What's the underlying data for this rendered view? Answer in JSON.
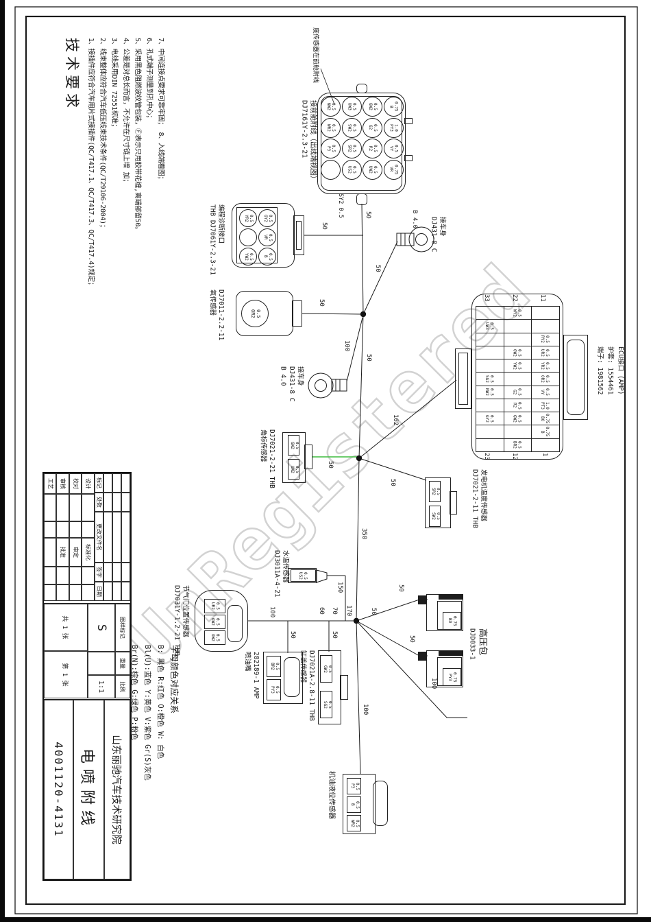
{
  "watermark": "UnRegistered",
  "tech": {
    "title": "技术要求",
    "items": [
      "1、接插件应符合汽车用片式接插件(QC/T417.1、QC/T417.3、QC/T417.4)规定；",
      "2、线束整体应符合汽车低压线束技术条件(QC/T29106-2004)；",
      "3、电线采用DIN 72551标准；",
      "4、公差是对总长而言，不允许在尺寸链上增 加；",
      "5、采用黑色阻燃波纹管包装，Ⓕ表示只用胶带花缠,离端部留50。",
      "6、孔式端子测量到孔中心；",
      "7、中间连接点要求可靠牢固；  8、入线端看图；"
    ]
  },
  "legend": {
    "columns": [
      "Br(N):棕色 G:绿色 P:粉色",
      "Bl(U):蓝色 Y:黄色 V:紫色 Gr(S)灰色",
      "B: 黑色 R:红色 O:橙色 W: 白色",
      "字母颜色对应关系"
    ]
  },
  "main_connector": {
    "labels": [
      "DJ7161Y-2.3-21",
      "接前舱附线（出线端视图）"
    ],
    "leader_note": "度传感器在前舱附线",
    "pins": [
      [
        "NW2",
        "0.5"
      ],
      [
        "UW3",
        "0.5"
      ],
      [
        "GW2",
        "0.5"
      ],
      [
        "B",
        "0.75"
      ],
      [
        "WR2",
        "0.5"
      ],
      [
        "SW2",
        "0.5"
      ],
      [
        "G2",
        "0.5"
      ],
      [
        "PY3",
        "1.0"
      ],
      [
        "P3",
        "0.5"
      ],
      [
        "SR2",
        "0.5"
      ],
      [
        "R2",
        "0.5"
      ],
      [
        "VY",
        "0.5"
      ],
      [],
      [
        "US2",
        "0.5"
      ],
      [
        "UW2",
        "0.5"
      ],
      [
        "VR",
        "0.75"
      ]
    ]
  },
  "diag_connector": {
    "labels": [
      "THB DJ7061Y-2.3-21",
      "编程诊断接口"
    ],
    "pins": [
      [
        "YR2",
        "0.5"
      ],
      [
        "GY2",
        "0.5"
      ],
      [],
      [
        "VR",
        "0.5"
      ],
      [
        "YW2",
        "0.5"
      ],
      [
        "B",
        "0.5"
      ]
    ]
  },
  "oxygen_sensor": {
    "labels": [
      "氧传感器",
      "DJ7011-2.2-11"
    ],
    "pins": [
      [
        "OR2",
        "0.5"
      ]
    ]
  },
  "ring_top": {
    "wire_label": "B 4.0",
    "labels": [
      "DJ431-8 C",
      "接车身"
    ]
  },
  "ring_bottom": {
    "labels": [
      "B 4.0",
      "DJ431-8 C",
      "接车身"
    ]
  },
  "ecu": {
    "labels": [
      "端子: 1981562",
      "护套: 1554461",
      "ECU接口 (AMP)"
    ],
    "top_pins": [
      "33",
      "22",
      "11"
    ],
    "bottom_pins": [
      "23",
      "12",
      "1"
    ],
    "grid": [
      [],
      [
        "WY2",
        "0.5"
      ],
      [],
      [
        "UW3",
        "0.5"
      ],
      [],
      [],
      [],
      [],
      [
        "RY2",
        "0.5"
      ],
      [],
      [
        "OW2",
        "0.5"
      ],
      [
        "UR2",
        "0.5"
      ],
      [],
      [
        "YW2",
        "0.5"
      ],
      [
        "YR2",
        "0.5"
      ],
      [
        "SG2",
        "0.5"
      ],
      [],
      [
        "OR2",
        "0.5"
      ],
      [
        "NW2",
        "0.5"
      ],
      [
        "G2",
        "0.5"
      ],
      [
        "VY",
        "0.5"
      ],
      [],
      [
        "R2",
        "0.5"
      ],
      [
        "PT3",
        "1.0"
      ],
      [
        "GY2",
        "0.5"
      ],
      [
        "GW2",
        "0.5"
      ],
      [
        "BO",
        "0.75"
      ],
      [],
      [],
      [
        "B",
        "0.75"
      ],
      [],
      [
        "BR2",
        "0.5"
      ],
      []
    ]
  },
  "corner_sensor": {
    "labels": [
      "角标传感器",
      "DJ7021-2-21 THB"
    ],
    "pins": [
      [
        "GW2",
        "0.5"
      ],
      [
        "UW2",
        "0.5"
      ]
    ]
  },
  "generator_sensor": {
    "labels": [
      "DJ7021-2-11 THB",
      "发电机温度传感器"
    ],
    "pins": [
      [
        "SR2",
        "0.5"
      ],
      [
        "SW2",
        "0.5"
      ]
    ]
  },
  "throttle_sensor": {
    "labels": [
      "DJ7031Y-1.2-21 THB",
      "节气门位置传感器"
    ],
    "pins": [
      [
        "UR2",
        "0.5"
      ],
      [
        "GW2",
        "0.5"
      ],
      [
        "OW2",
        "0.5"
      ]
    ]
  },
  "water_temp_sensor": {
    "labels": [
      "DJ3011A-4-21",
      "水温传感器"
    ],
    "pins": [
      [
        "US2",
        "0.5"
      ]
    ]
  },
  "injector": {
    "labels": [
      "喷油嘴",
      "282189-1 AMP"
    ],
    "pins": [
      [
        "BR2",
        "0.5"
      ],
      [
        "PY3",
        "0.5"
      ]
    ]
  },
  "head_sensor": {
    "labels": [
      "缸盖传感器",
      "DJ7021A-2.8-11 THB"
    ],
    "pins": [
      [
        "GW2",
        "0.5"
      ],
      [
        "SG2",
        "0.5"
      ]
    ]
  },
  "ignition_coil": {
    "labels": [
      "DJD033-1",
      "高压包"
    ],
    "pin_top": [
      [
        "BO",
        "0.75"
      ]
    ],
    "pin_bottom": [
      [
        "PY3",
        "0.75"
      ]
    ]
  },
  "oil_sensor": {
    "labels": [
      "机油液位传感器"
    ],
    "pins": [
      [
        "P3",
        "0.5"
      ],
      [
        "B",
        "0.5"
      ],
      [
        "WR2",
        "0.5"
      ]
    ]
  },
  "trunk_wire": "SY2 0.5",
  "segments": {
    "trunk_top": "50",
    "diag": "50",
    "oxygen": "50",
    "ring_top": "50",
    "ring_bottom": "100",
    "j1_j2": "50",
    "ecu": "162",
    "corner": "50",
    "generator": "50",
    "j2_j3": "350",
    "throttle": "100",
    "s60": "60",
    "s70": "70",
    "s170": "170",
    "water": "150",
    "injector": "50",
    "head": "50",
    "j3_right": "50",
    "coil_top": "50",
    "coil_bottom": "50",
    "coil_branch": "100",
    "oil": "100"
  },
  "title_block": {
    "biaoji": "标记",
    "chushu": "处数",
    "genggai": "更改文件名",
    "qianzi": "签字",
    "riqi": "日期",
    "sheji": "设计",
    "biaozhunhua": "标准化",
    "jiaodui": "校对",
    "shending": "审定",
    "shenhe": "审核",
    "pizhun": "批准",
    "gongyi": "工艺",
    "tuyang": "图样标记",
    "zhongliang": "重量",
    "bili": "比例",
    "mark_s": "S",
    "ratio": "1:1",
    "sheets_total": "共 1 张",
    "sheet_no": "第 1 张",
    "company": "山东丽驰汽车技术研究院",
    "drawing_title": "电喷附线",
    "drawing_number": "4001120-4131"
  },
  "colors": {
    "wire_green": "#3dbb3d",
    "line": "#1a1a1a",
    "watermark": "#d2d2d2"
  }
}
